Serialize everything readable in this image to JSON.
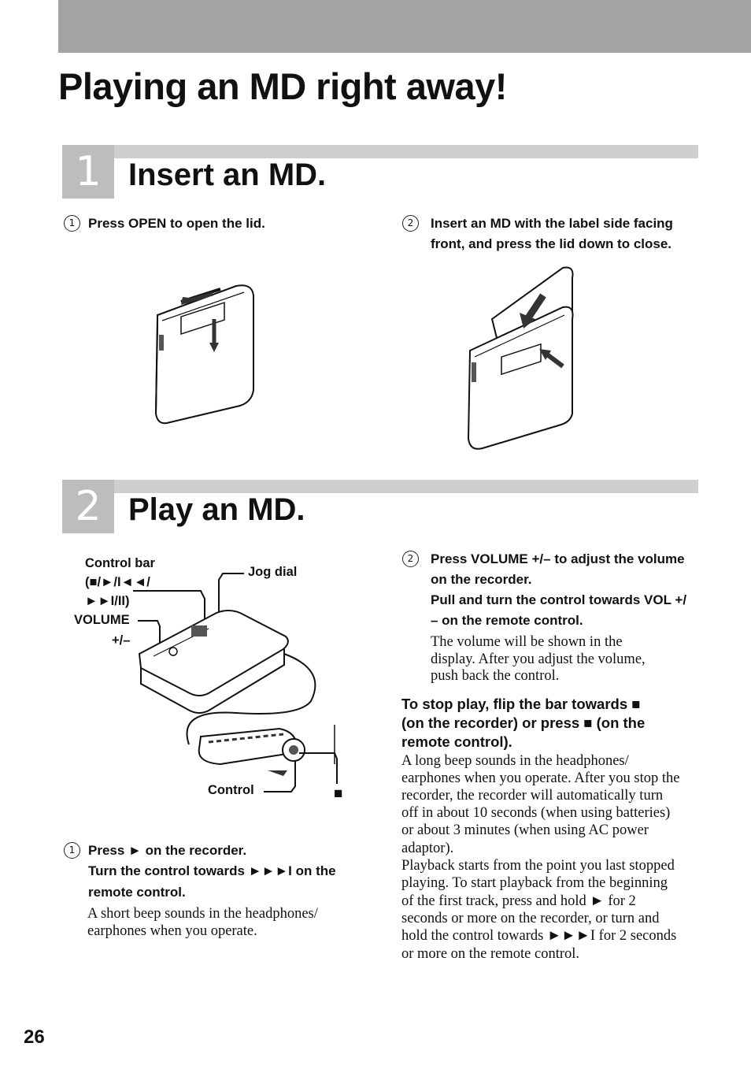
{
  "page": {
    "title": "Playing an MD right away!",
    "page_number": "26"
  },
  "step1": {
    "number": "1",
    "title": "Insert an MD.",
    "sub1": {
      "marker": "1",
      "text": "Press OPEN to open the lid."
    },
    "sub2": {
      "marker": "2",
      "line1": "Insert an MD with the label side facing",
      "line2": "front, and press the lid down to close."
    }
  },
  "step2": {
    "number": "2",
    "title": "Play an MD.",
    "labels": {
      "control_bar_1": "Control bar",
      "control_bar_2": "(■/►/I◄◄/",
      "control_bar_3": "►►I/II)",
      "jog_dial": "Jog dial",
      "volume_1": "VOLUME",
      "volume_2": "+/–",
      "control": "Control",
      "stop_symbol": "■"
    },
    "sub1": {
      "marker": "1",
      "line1": "Press ► on the recorder.",
      "line2": "Turn the control towards ►►►I on the",
      "line3": "remote control.",
      "body1": "A short beep sounds in the headphones/",
      "body2": "earphones when you operate."
    },
    "sub2": {
      "marker": "2",
      "line1": "Press VOLUME +/– to adjust the volume",
      "line2": "on the recorder.",
      "line3": "Pull and turn the control towards VOL +/",
      "line4": "– on the remote control.",
      "body1": "The volume will be shown in the",
      "body2": "display. After you adjust the volume,",
      "body3": "push back the control."
    },
    "stop": {
      "head1": "To stop play, flip the bar towards ■",
      "head2": "(on the recorder) or press ■ (on the",
      "head3": "remote control).",
      "lines": [
        "A long beep sounds in the headphones/",
        "earphones when you operate. After you stop the",
        "recorder, the recorder will automatically turn",
        "off in about 10 seconds (when using batteries)",
        "or about 3 minutes (when using AC power",
        "adaptor).",
        "Playback starts from the point you last stopped",
        "playing. To start playback from the beginning",
        "of the first track, press and hold ► for 2",
        "seconds or more on the recorder, or turn and",
        "hold the control towards ►►►I for 2 seconds",
        "or more on the remote control."
      ]
    }
  }
}
